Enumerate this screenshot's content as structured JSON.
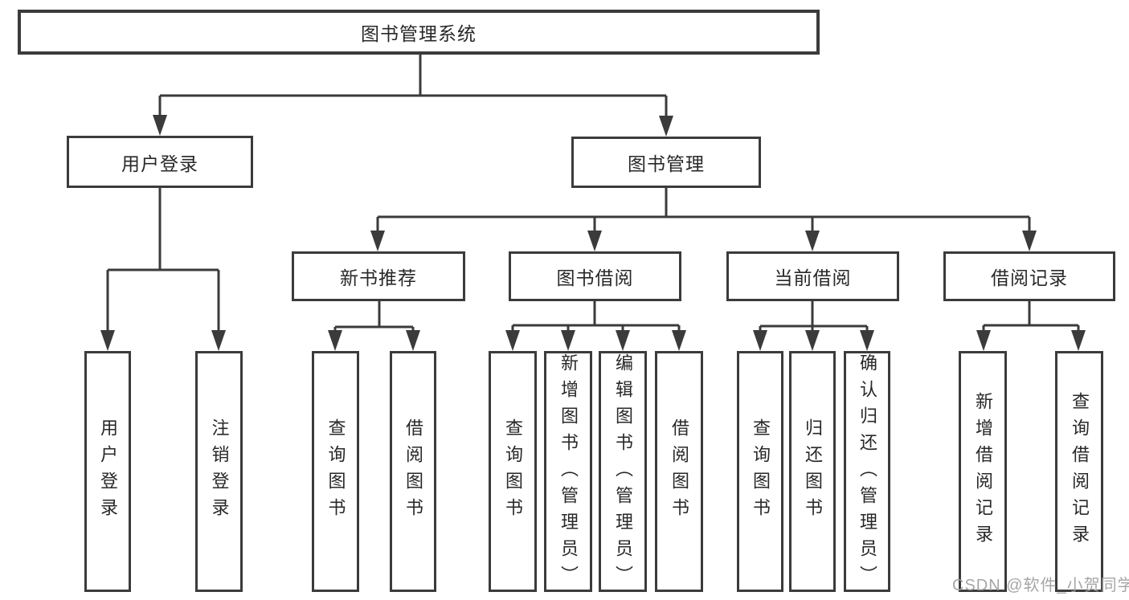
{
  "tree": {
    "label": "图书管理系统",
    "children": [
      {
        "label": "用户登录",
        "children": [
          {
            "label": "用户登录"
          },
          {
            "label": "注销登录"
          }
        ]
      },
      {
        "label": "图书管理",
        "children": [
          {
            "label": "新书推荐",
            "children": [
              {
                "label": "查询图书"
              },
              {
                "label": "借阅图书"
              }
            ]
          },
          {
            "label": "图书借阅",
            "children": [
              {
                "label": "查询图书"
              },
              {
                "label": "新增图书（管理员）"
              },
              {
                "label": "编辑图书（管理员）"
              },
              {
                "label": "借阅图书"
              }
            ]
          },
          {
            "label": "当前借阅",
            "children": [
              {
                "label": "查询图书"
              },
              {
                "label": "归还图书"
              },
              {
                "label": "确认归还（管理员）"
              }
            ]
          },
          {
            "label": "借阅记录",
            "children": [
              {
                "label": "新增借阅记录"
              },
              {
                "label": "查询借阅记录"
              }
            ]
          }
        ]
      }
    ]
  },
  "watermark": {
    "text": "CSDN @软件_小贺同学"
  },
  "colors": {
    "line": "#3b3b3b",
    "box_border": "#3b3b3b",
    "box_fill": "#ffffff",
    "text": "#282828",
    "background": "#ffffff",
    "watermark": "#9e9e9e"
  }
}
